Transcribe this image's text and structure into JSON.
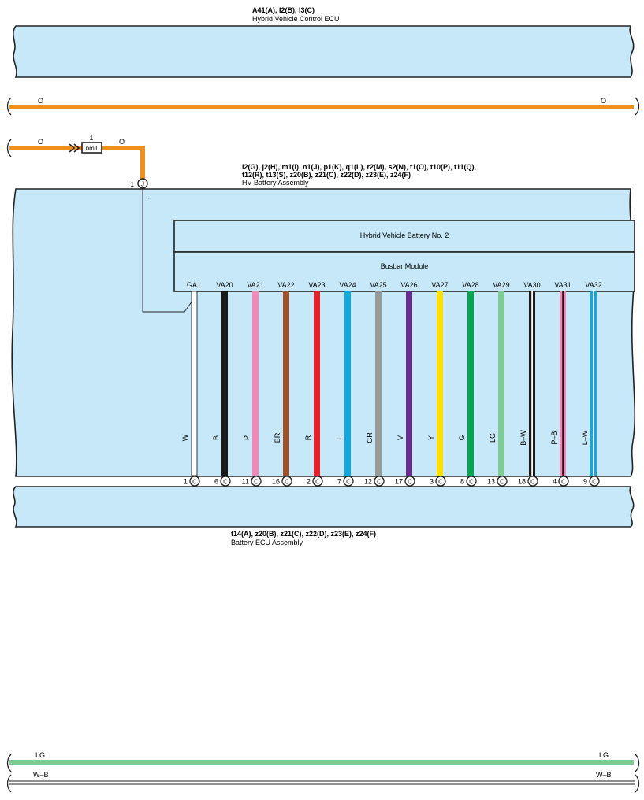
{
  "colors": {
    "component_fill": "#c6e8f8",
    "orange_wire": "#f0901c",
    "lg_wire": "#7fcb95"
  },
  "top_ecu": {
    "connector": "A41(A), I2(B), I3(C)",
    "name": "Hybrid Vehicle Control ECU"
  },
  "orange_line_1": {
    "left_color": "O",
    "right_color": "O"
  },
  "orange_line_2": {
    "left_color": "O",
    "right_color": "O",
    "device": "nm1",
    "device_pin": "1",
    "junction_pin": "1",
    "junction_letter": "J",
    "junction_polarity": "–"
  },
  "hv_battery": {
    "connector_line1": "i2(G), j2(H), m1(I), n1(J), p1(K), q1(L), r2(M), s2(N), t1(O), t10(P), t11(Q),",
    "connector_line2": "t12(R), t13(S), z20(B), z21(C), z22(D), z23(E), z24(F)",
    "name": "HV Battery Assembly",
    "sub_assembly": "Hybrid Vehicle Battery No.  2",
    "busbar": "Busbar Module"
  },
  "wires": [
    {
      "terminal": "GA1",
      "color_code": "W",
      "pin": "1",
      "conn": "C",
      "color": "#ffffff",
      "stripe": ""
    },
    {
      "terminal": "VA20",
      "color_code": "B",
      "pin": "6",
      "conn": "C",
      "color": "#1a1a1a",
      "stripe": ""
    },
    {
      "terminal": "VA21",
      "color_code": "P",
      "pin": "11",
      "conn": "C",
      "color": "#f088b8",
      "stripe": ""
    },
    {
      "terminal": "VA22",
      "color_code": "BR",
      "pin": "16",
      "conn": "C",
      "color": "#a0522d",
      "stripe": ""
    },
    {
      "terminal": "VA23",
      "color_code": "R",
      "pin": "2",
      "conn": "C",
      "color": "#e8202a",
      "stripe": ""
    },
    {
      "terminal": "VA24",
      "color_code": "L",
      "pin": "7",
      "conn": "C",
      "color": "#10a8e0",
      "stripe": ""
    },
    {
      "terminal": "VA25",
      "color_code": "GR",
      "pin": "12",
      "conn": "C",
      "color": "#999999",
      "stripe": ""
    },
    {
      "terminal": "VA26",
      "color_code": "V",
      "pin": "17",
      "conn": "C",
      "color": "#6a2c91",
      "stripe": ""
    },
    {
      "terminal": "VA27",
      "color_code": "Y",
      "pin": "3",
      "conn": "C",
      "color": "#ffe000",
      "stripe": ""
    },
    {
      "terminal": "VA28",
      "color_code": "G",
      "pin": "8",
      "conn": "C",
      "color": "#00a650",
      "stripe": ""
    },
    {
      "terminal": "VA29",
      "color_code": "LG",
      "pin": "13",
      "conn": "C",
      "color": "#7fcb95",
      "stripe": ""
    },
    {
      "terminal": "VA30",
      "color_code": "B–W",
      "pin": "18",
      "conn": "C",
      "color": "#1a1a1a",
      "stripe": "#ffffff"
    },
    {
      "terminal": "VA31",
      "color_code": "P–B",
      "pin": "4",
      "conn": "C",
      "color": "#f088b8",
      "stripe": "#1a1a1a"
    },
    {
      "terminal": "VA32",
      "color_code": "L–W",
      "pin": "9",
      "conn": "C",
      "color": "#10a8e0",
      "stripe": "#ffffff"
    }
  ],
  "battery_ecu": {
    "connector": "t14(A), z20(B), z21(C), z22(D), z23(E), z24(F)",
    "name": "Battery ECU Assembly"
  },
  "lg_line": {
    "left_color": "LG",
    "right_color": "LG"
  },
  "wb_line": {
    "left_color": "W–B",
    "right_color": "W–B"
  }
}
